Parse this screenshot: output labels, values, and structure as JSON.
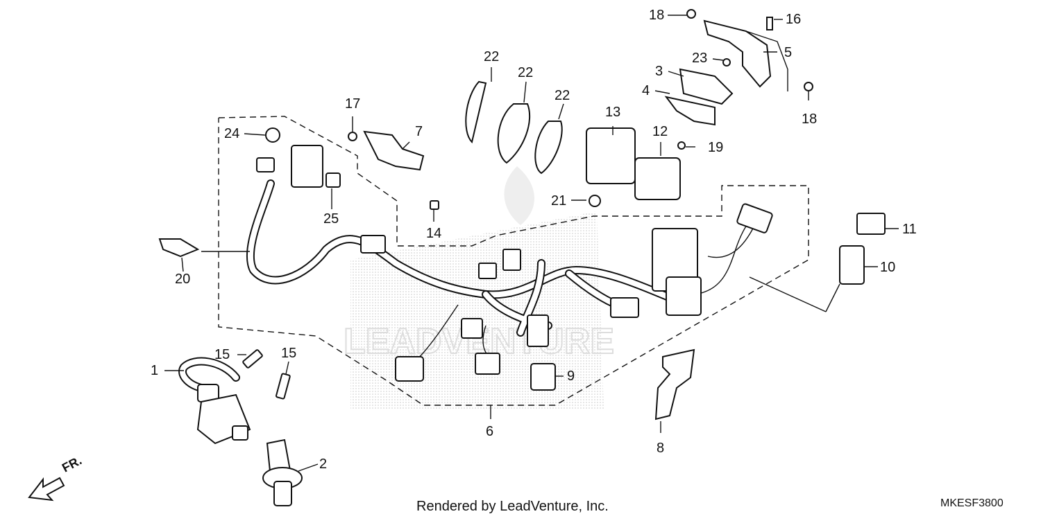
{
  "diagram": {
    "callouts": [
      {
        "id": "c1",
        "text": "1"
      },
      {
        "id": "c2",
        "text": "2"
      },
      {
        "id": "c3",
        "text": "3"
      },
      {
        "id": "c4",
        "text": "4"
      },
      {
        "id": "c5",
        "text": "5"
      },
      {
        "id": "c6",
        "text": "6"
      },
      {
        "id": "c7",
        "text": "7"
      },
      {
        "id": "c8",
        "text": "8"
      },
      {
        "id": "c9",
        "text": "9"
      },
      {
        "id": "c10",
        "text": "10"
      },
      {
        "id": "c11",
        "text": "11"
      },
      {
        "id": "c12",
        "text": "12"
      },
      {
        "id": "c13",
        "text": "13"
      },
      {
        "id": "c14",
        "text": "14"
      },
      {
        "id": "c15a",
        "text": "15"
      },
      {
        "id": "c15b",
        "text": "15"
      },
      {
        "id": "c16",
        "text": "16"
      },
      {
        "id": "c17",
        "text": "17"
      },
      {
        "id": "c18a",
        "text": "18"
      },
      {
        "id": "c18b",
        "text": "18"
      },
      {
        "id": "c19",
        "text": "19"
      },
      {
        "id": "c20",
        "text": "20"
      },
      {
        "id": "c21",
        "text": "21"
      },
      {
        "id": "c22a",
        "text": "22"
      },
      {
        "id": "c22b",
        "text": "22"
      },
      {
        "id": "c22c",
        "text": "22"
      },
      {
        "id": "c23",
        "text": "23"
      },
      {
        "id": "c24",
        "text": "24"
      },
      {
        "id": "c25",
        "text": "25"
      }
    ],
    "direction_label": "FR.",
    "credit": "Rendered by LeadVenture, Inc.",
    "diagram_code": "MKESF3800",
    "watermark": "LEADVENTURE"
  }
}
